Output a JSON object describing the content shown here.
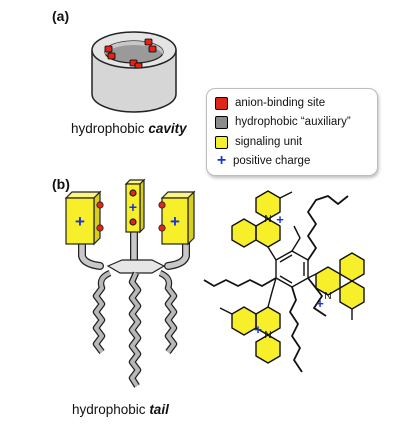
{
  "panel_a": {
    "label": "(a)",
    "caption_prefix": "hydrophobic ",
    "caption_emph": "cavity"
  },
  "panel_b": {
    "label": "(b)",
    "caption_prefix": "hydrophobic ",
    "caption_emph": "tail"
  },
  "legend": {
    "items": [
      {
        "label": "anion-binding site",
        "color": "#e0251b",
        "kind": "swatch"
      },
      {
        "label": "hydrophobic “auxiliary”",
        "color": "#8c8c8c",
        "kind": "swatch"
      },
      {
        "label": "signaling unit",
        "color": "#f7ef2a",
        "kind": "swatch"
      },
      {
        "label": "positive charge",
        "color": "#1a33d9",
        "kind": "plus"
      }
    ]
  },
  "molecule": {
    "n_label": "N",
    "charge": "+"
  }
}
